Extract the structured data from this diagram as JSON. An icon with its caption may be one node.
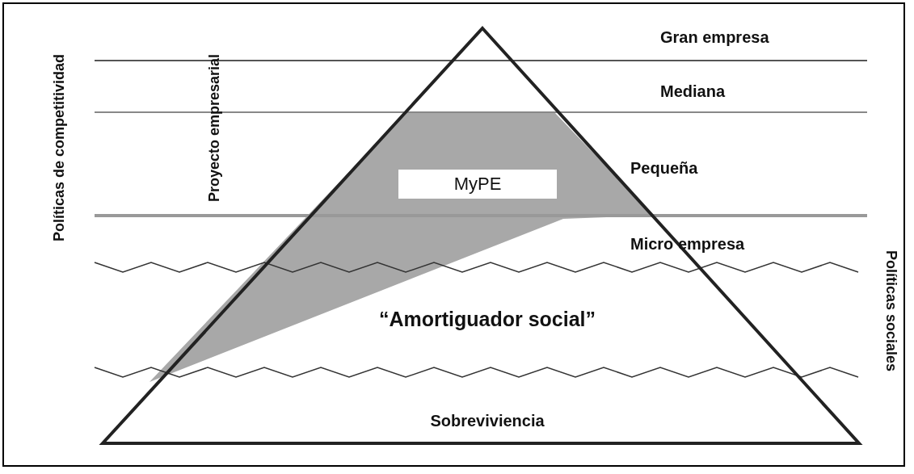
{
  "diagram": {
    "nodes": [
      {
        "text": [
          "MyPE"
        ]
      }
    ],
    "labels": [
      "Gran empresa",
      "Mediana",
      "Pequeña",
      "Micro empresa",
      "“Amortiguador social”",
      "Sobreviviencia",
      "Políticas de competitividad",
      "Proyecto empresarial",
      "Políticas sociales"
    ]
  }
}
